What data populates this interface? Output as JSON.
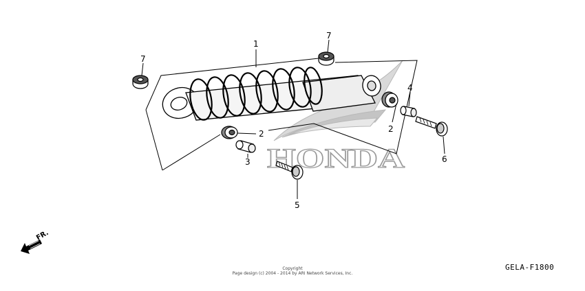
{
  "callouts": {
    "c1": "1",
    "c2a": "2",
    "c2b": "2",
    "c3": "3",
    "c4": "4",
    "c5": "5",
    "c6": "6",
    "c7a": "7",
    "c7b": "7"
  },
  "watermark": "HONDA",
  "forward_label": "FR.",
  "copyright": {
    "line1": "Copyright",
    "line2": "Page design (c) 2004 - 2014 by ARI Network Services, Inc."
  },
  "diagram_code": "GELA-F1800"
}
